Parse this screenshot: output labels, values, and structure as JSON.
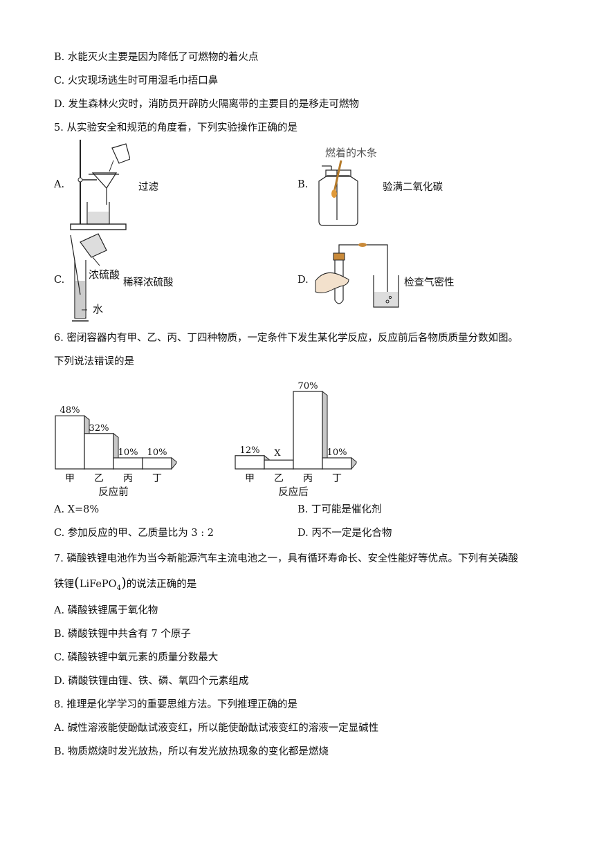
{
  "q4": {
    "optB": "B. 水能灭火主要是因为降低了可燃物的着火点",
    "optC": "C. 火灾现场逃生时可用湿毛巾捂口鼻",
    "optD": "D. 发生森林火灾时，消防员开辟防火隔离带的主要目的是移走可燃物"
  },
  "q5": {
    "stem": "5. 从实验安全和规范的角度看，下列实验操作正确的是",
    "optA": {
      "letter": "A.",
      "caption": "过滤"
    },
    "optB": {
      "letter": "B.",
      "caption": "验满二氧化碳",
      "figure_label": "燃着的木条"
    },
    "optC": {
      "letter": "C.",
      "caption": "稀释浓硫酸",
      "figure_label_acid": "浓硫酸",
      "figure_label_water": "水"
    },
    "optD": {
      "letter": "D.",
      "caption": "检查气密性"
    }
  },
  "q6": {
    "stem_line1": "6. 密闭容器内有甲、乙、丙、丁四种物质，一定条件下发生某化学反应，反应前后各物质质量分数如图。",
    "stem_line2": "下列说法错误的是",
    "optA": "A.  X=8%",
    "optB": "B. 丁可能是催化剂",
    "optC": "C. 参加反应的甲、乙质量比为 3 : 2",
    "optD": "D. 丙不一定是化合物"
  },
  "chart_data": [
    {
      "type": "bar",
      "title": "反应前",
      "categories": [
        "甲",
        "乙",
        "丙",
        "丁"
      ],
      "values": [
        48,
        32,
        10,
        10
      ],
      "labels": [
        "48%",
        "32%",
        "10%",
        "10%"
      ],
      "ylim": [
        0,
        100
      ]
    },
    {
      "type": "bar",
      "title": "反应后",
      "categories": [
        "甲",
        "乙",
        "丙",
        "丁"
      ],
      "values": [
        12,
        8,
        70,
        10
      ],
      "labels": [
        "12%",
        "X",
        "70%",
        "10%"
      ],
      "ylim": [
        0,
        100
      ]
    }
  ],
  "q7": {
    "stem_line1": "7. 磷酸铁锂电池作为当今新能源汽车主流电池之一，具有循环寿命长、安全性能好等优点。下列有关磷酸",
    "stem_line2_pre": "铁锂",
    "formula_main": "LiFePO",
    "formula_sub": "4",
    "stem_line2_post": "的说法正确的是",
    "optA": "A. 磷酸铁锂属于氧化物",
    "optB": "B. 磷酸铁锂中共含有 7 个原子",
    "optC": "C. 磷酸铁锂中氧元素的质量分数最大",
    "optD": "D. 磷酸铁锂由锂、铁、磷、氧四个元素组成"
  },
  "q8": {
    "stem": "8. 推理是化学学习的重要思维方法。下列推理正确的是",
    "optA": "A. 碱性溶液能使酚酞试液变红，所以能使酚酞试液变红的溶液一定显碱性",
    "optB": "B. 物质燃烧时发光放热，所以有发光放热现象的变化都是燃烧"
  }
}
